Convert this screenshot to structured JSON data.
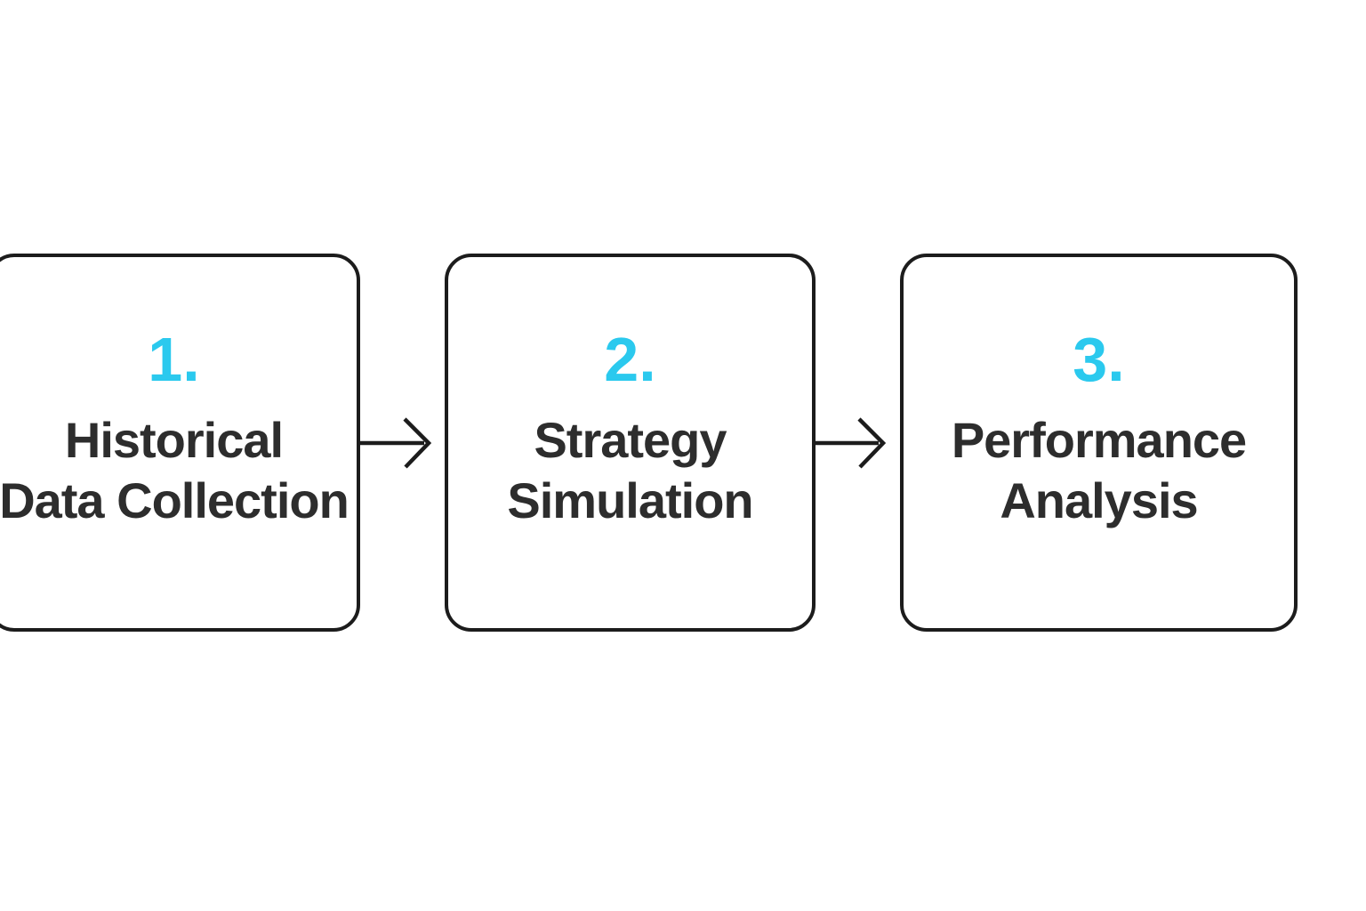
{
  "diagram": {
    "type": "process-flow",
    "direction": "left-to-right",
    "colors": {
      "accent": "#2BC9EE",
      "text": "#2D2D2D",
      "border": "#1C1C1C",
      "background": "#FFFFFF"
    },
    "steps": [
      {
        "number": "1.",
        "title_lines": [
          "Historical",
          "Data Collection"
        ]
      },
      {
        "number": "2.",
        "title_lines": [
          "Strategy",
          "Simulation"
        ]
      },
      {
        "number": "3.",
        "title_lines": [
          "Performance",
          "Analysis"
        ]
      }
    ],
    "connectors": [
      {
        "from": 1,
        "to": 2,
        "style": "arrow-right"
      },
      {
        "from": 2,
        "to": 3,
        "style": "arrow-right"
      }
    ]
  }
}
